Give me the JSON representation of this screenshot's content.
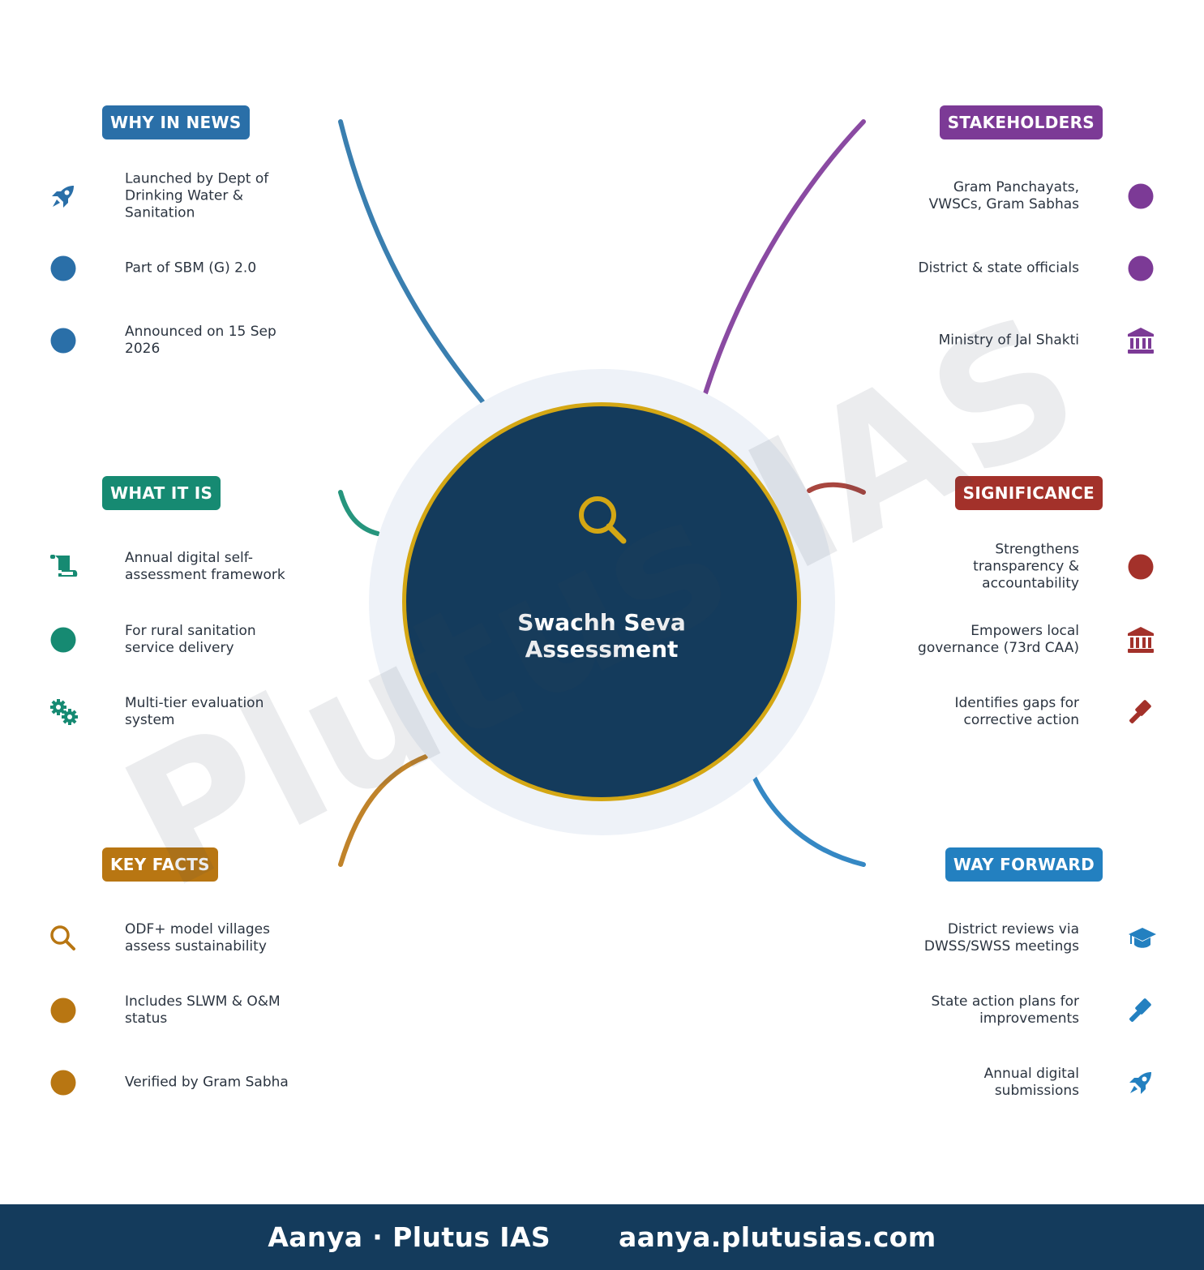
{
  "center": {
    "title_line1": "Swachh Seva",
    "title_line2": "Assessment",
    "icon": "search-icon"
  },
  "watermark": "Plutus IAS",
  "colors": {
    "navy": "#143b5c",
    "gold": "#d4a714",
    "halo": "#eef2f8",
    "why": "#2a6fa8",
    "what": "#168a72",
    "facts": "#b87612",
    "stakeholders": "#7c3a96",
    "significance": "#a3312a",
    "way": "#2380c0"
  },
  "sections": [
    {
      "key": "why",
      "title": "WHY IN NEWS",
      "side": "left",
      "color": "#2a6fa8",
      "items": [
        {
          "text": "Launched by Dept of Drinking Water & Sanitation",
          "icon": "rocket-icon"
        },
        {
          "text": "Part of SBM (G) 2.0",
          "icon": "dot-icon"
        },
        {
          "text": "Announced on 15 Sep 2026",
          "icon": "dot-icon"
        }
      ]
    },
    {
      "key": "what",
      "title": "WHAT IT IS",
      "side": "left",
      "color": "#168a72",
      "items": [
        {
          "text": "Annual digital self-assessment framework",
          "icon": "scroll-icon"
        },
        {
          "text": "For rural sanitation service delivery",
          "icon": "dot-icon"
        },
        {
          "text": "Multi-tier evaluation system",
          "icon": "gears-icon"
        }
      ]
    },
    {
      "key": "facts",
      "title": "KEY FACTS",
      "side": "left",
      "color": "#b87612",
      "items": [
        {
          "text": "ODF+ model villages assess sustainability",
          "icon": "search-icon"
        },
        {
          "text": "Includes SLWM & O&M status",
          "icon": "dot-icon"
        },
        {
          "text": "Verified by Gram Sabha",
          "icon": "dot-icon"
        }
      ]
    },
    {
      "key": "stakeholders",
      "title": "STAKEHOLDERS",
      "side": "right",
      "color": "#7c3a96",
      "items": [
        {
          "text": "Gram Panchayats, VWSCs, Gram Sabhas",
          "icon": "dot-icon"
        },
        {
          "text": "District & state officials",
          "icon": "dot-icon"
        },
        {
          "text": "Ministry of Jal Shakti",
          "icon": "landmark-icon"
        }
      ]
    },
    {
      "key": "significance",
      "title": "SIGNIFICANCE",
      "side": "right",
      "color": "#a3312a",
      "items": [
        {
          "text": "Strengthens transparency & accountability",
          "icon": "dot-icon"
        },
        {
          "text": "Empowers local governance (73rd CAA)",
          "icon": "landmark-icon"
        },
        {
          "text": "Identifies gaps for corrective action",
          "icon": "gavel-icon"
        }
      ]
    },
    {
      "key": "way",
      "title": "WAY FORWARD",
      "side": "right",
      "color": "#2380c0",
      "items": [
        {
          "text": "District reviews via DWSS/SWSS meetings",
          "icon": "graduation-cap-icon"
        },
        {
          "text": "State action plans for improvements",
          "icon": "gavel-icon"
        },
        {
          "text": "Annual digital submissions",
          "icon": "rocket-icon"
        }
      ]
    }
  ],
  "footer": {
    "brand": "Aanya · Plutus IAS",
    "url": "aanya.plutusias.com"
  }
}
